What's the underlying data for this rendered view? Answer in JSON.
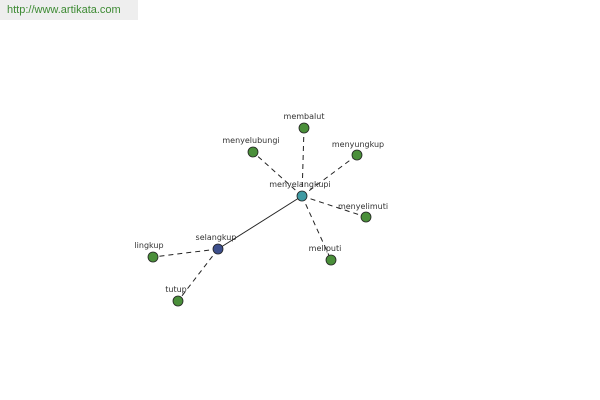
{
  "header": {
    "site_url": "http://www.artikata.com"
  },
  "graph": {
    "colors": {
      "related_node": "#4a8f3a",
      "center_node": "#3f9aa3",
      "root_node": "#3d4f8c",
      "node_stroke": "#222222",
      "edge": "#222222"
    },
    "nodes": {
      "center": {
        "label": "menyelangkupi"
      },
      "root": {
        "label": "selangkup"
      },
      "membalut": {
        "label": "membalut"
      },
      "menyelubungi": {
        "label": "menyelubungi"
      },
      "menyungkup": {
        "label": "menyungkup"
      },
      "menyelimuti": {
        "label": "menyelimuti"
      },
      "meliputi": {
        "label": "meliputi"
      },
      "lingkup": {
        "label": "lingkup"
      },
      "tutup": {
        "label": "tutup"
      }
    }
  }
}
